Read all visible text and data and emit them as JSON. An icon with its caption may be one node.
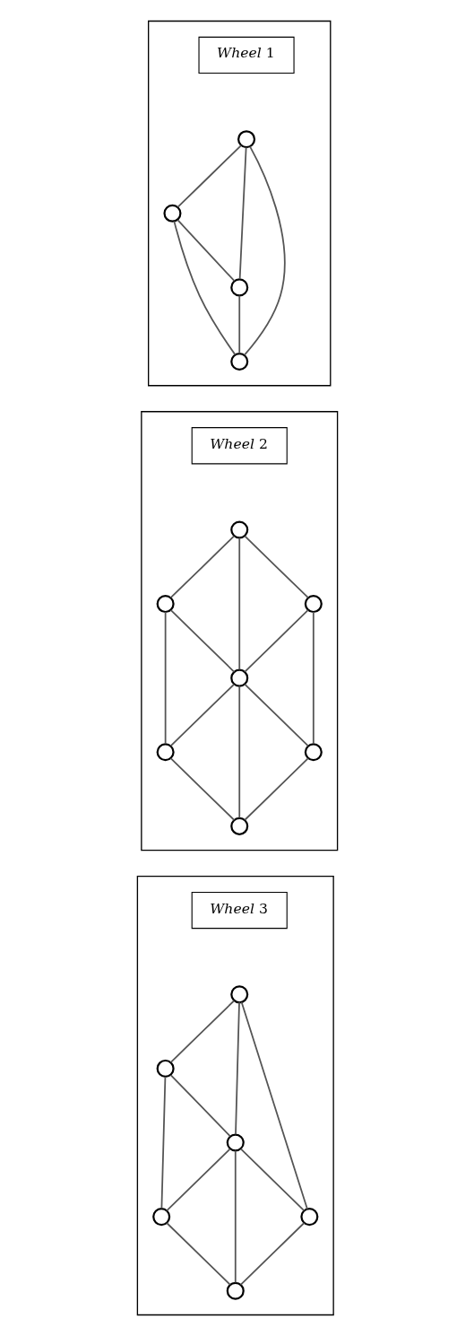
{
  "diagram": {
    "nodes": [
      {
        "text": [],
        "shape": "box"
      },
      {
        "text": [
          "*Wheel* 1"
        ],
        "in": 0
      },
      {
        "text": [],
        "shape": "circle",
        "in": 0
      },
      {
        "text": [],
        "shape": "circle",
        "in": 0
      },
      {
        "text": [],
        "shape": "circle",
        "in": 0
      },
      {
        "text": [],
        "shape": "circle",
        "in": 0
      },
      {
        "text": [],
        "shape": "box"
      },
      {
        "text": [
          "*Wheel* 2"
        ],
        "in": 6
      },
      {
        "text": [],
        "shape": "circle",
        "in": 6
      },
      {
        "text": [],
        "shape": "circle",
        "in": 6
      },
      {
        "text": [],
        "shape": "circle",
        "in": 6
      },
      {
        "text": [],
        "shape": "circle",
        "in": 6
      },
      {
        "text": [],
        "shape": "circle",
        "in": 6
      },
      {
        "text": [],
        "shape": "circle",
        "in": 6
      },
      {
        "text": [],
        "shape": "circle",
        "in": 6
      },
      {
        "text": [],
        "shape": "box"
      },
      {
        "text": [
          "*Wheel* 3"
        ],
        "in": 15
      },
      {
        "text": [],
        "shape": "circle",
        "in": 15
      },
      {
        "text": [],
        "shape": "circle",
        "in": 15
      },
      {
        "text": [],
        "shape": "circle",
        "in": 15
      },
      {
        "text": [],
        "shape": "circle",
        "in": 15
      },
      {
        "text": [],
        "shape": "circle",
        "in": 15
      },
      {
        "text": [],
        "shape": "circle",
        "in": 15
      }
    ],
    "edges": [
      {
        "from": 2,
        "to": 4,
        "arrow": "none"
      },
      {
        "from": 2,
        "to": 5,
        "arrow": "none"
      },
      {
        "from": 2,
        "to": 3,
        "arrow": "none"
      },
      {
        "from": 3,
        "to": 4,
        "arrow": "none"
      },
      {
        "from": 3,
        "to": 5,
        "arrow": "none"
      },
      {
        "from": 4,
        "to": 5,
        "arrow": "none"
      },
      {
        "from": 8,
        "to": 9,
        "arrow": "none"
      },
      {
        "from": 8,
        "to": 10,
        "arrow": "none"
      },
      {
        "from": 8,
        "to": 11,
        "arrow": "none"
      },
      {
        "from": 9,
        "to": 11,
        "arrow": "none"
      },
      {
        "from": 9,
        "to": 12,
        "arrow": "none"
      },
      {
        "from": 10,
        "to": 11,
        "arrow": "none"
      },
      {
        "from": 11,
        "to": 12,
        "arrow": "none"
      },
      {
        "from": 10,
        "to": 13,
        "arrow": "none"
      },
      {
        "from": 11,
        "to": 13,
        "arrow": "none"
      },
      {
        "from": 11,
        "to": 14,
        "arrow": "none"
      },
      {
        "from": 12,
        "to": 14,
        "arrow": "none"
      },
      {
        "from": 13,
        "to": 14,
        "arrow": "none"
      },
      {
        "from": 17,
        "to": 18,
        "arrow": "none"
      },
      {
        "from": 17,
        "to": 19,
        "arrow": "none"
      },
      {
        "from": 17,
        "to": 21,
        "arrow": "none"
      },
      {
        "from": 18,
        "to": 19,
        "arrow": "none"
      },
      {
        "from": 18,
        "to": 20,
        "arrow": "none"
      },
      {
        "from": 19,
        "to": 20,
        "arrow": "none"
      },
      {
        "from": 19,
        "to": 21,
        "arrow": "none"
      },
      {
        "from": 19,
        "to": 22,
        "arrow": "none"
      },
      {
        "from": 20,
        "to": 22,
        "arrow": "none"
      },
      {
        "from": 21,
        "to": 22,
        "arrow": "none"
      }
    ]
  }
}
